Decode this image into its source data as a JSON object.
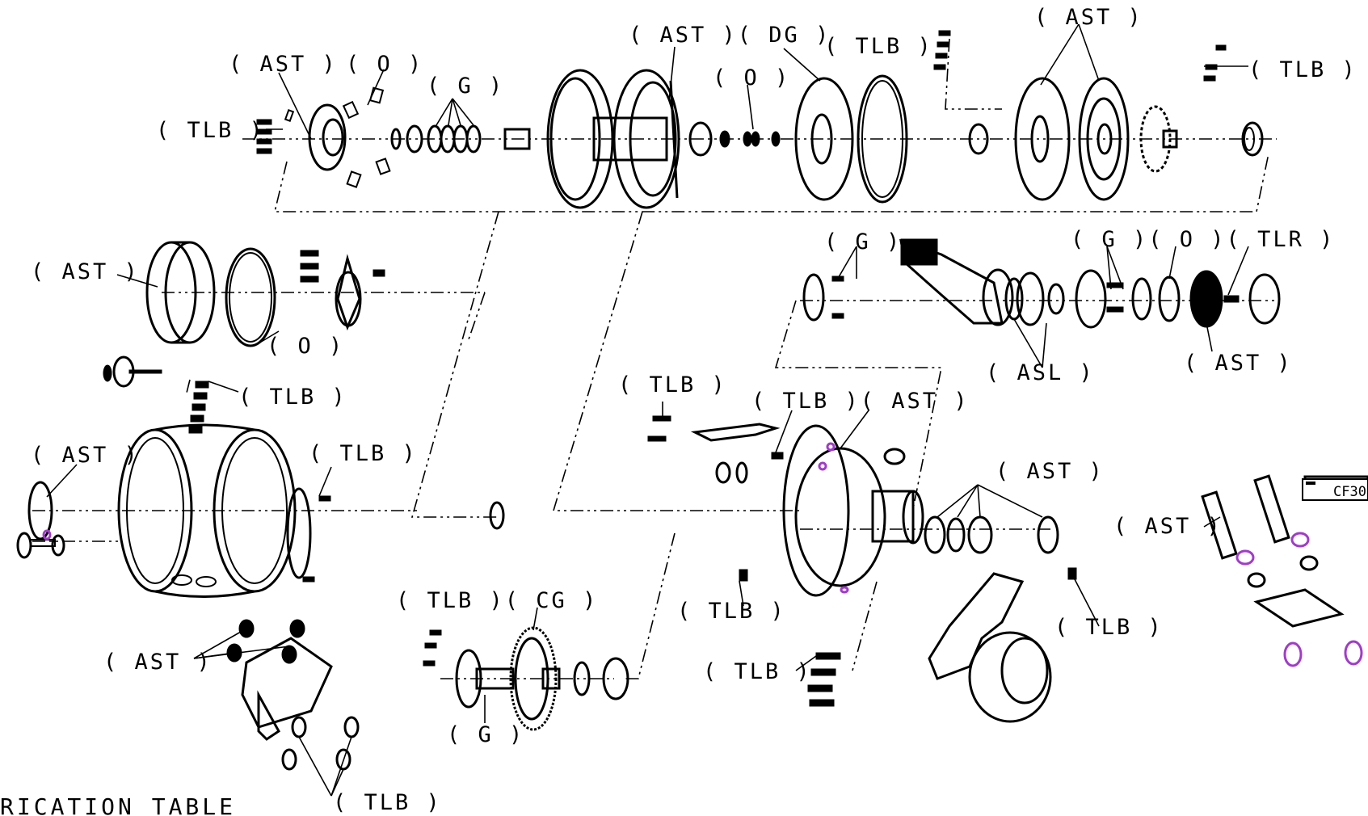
{
  "title": "RICATION TABLE",
  "stamp": "CF30",
  "colors": {
    "line": "#000000",
    "lube_marker": "#a03cc8",
    "background": "#ffffff"
  },
  "callouts": [
    {
      "id": "c1",
      "text": "( AST )( DG )"
    },
    {
      "id": "c2",
      "text": "( TLB )"
    },
    {
      "id": "c3",
      "text": "( AST )"
    },
    {
      "id": "c4",
      "text": "( AST )"
    },
    {
      "id": "c5",
      "text": "( O )"
    },
    {
      "id": "c6",
      "text": "( G )"
    },
    {
      "id": "c7",
      "text": "( O )"
    },
    {
      "id": "c8",
      "text": "( TLB )"
    },
    {
      "id": "c9",
      "text": "( TLB )"
    },
    {
      "id": "c10",
      "text": "( AST )"
    },
    {
      "id": "c11",
      "text": "( O )"
    },
    {
      "id": "c12",
      "text": "( TLB )"
    },
    {
      "id": "c13",
      "text": "( G )"
    },
    {
      "id": "c14",
      "text": "( G )( O )( TLR )"
    },
    {
      "id": "c15",
      "text": "( ASL )"
    },
    {
      "id": "c16",
      "text": "( AST )"
    },
    {
      "id": "c17",
      "text": "( TLB )"
    },
    {
      "id": "c18",
      "text": "( TLB )( AST )"
    },
    {
      "id": "c19",
      "text": "( AST )"
    },
    {
      "id": "c20",
      "text": "( TLB )"
    },
    {
      "id": "c21",
      "text": "( AST )"
    },
    {
      "id": "c22",
      "text": "( AST )"
    },
    {
      "id": "c23",
      "text": "( TLB )( CG )"
    },
    {
      "id": "c24",
      "text": "( TLB )"
    },
    {
      "id": "c25",
      "text": "( TLB )"
    },
    {
      "id": "c26",
      "text": "( TLB )"
    },
    {
      "id": "c27",
      "text": "( AST )"
    },
    {
      "id": "c28",
      "text": "( G )"
    },
    {
      "id": "c29",
      "text": "( TLB )"
    }
  ]
}
